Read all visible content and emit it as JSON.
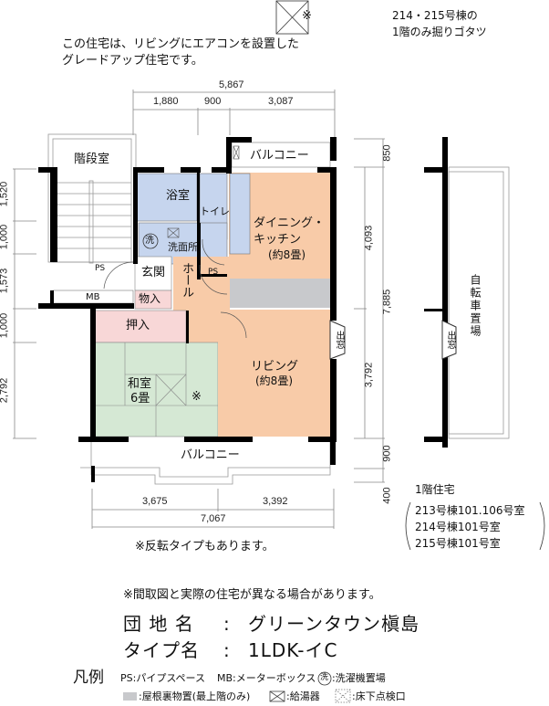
{
  "notes": {
    "aircon": [
      "この住宅は、リビングにエアコンを設置した",
      "グレードアップ住宅です。"
    ],
    "kotatsu_mark": "※",
    "kotatsu": [
      "214・215号棟の",
      "1階のみ掘りゴタツ"
    ],
    "reverse": "※反転タイプもあります。",
    "disclaimer": "※間取図と実際の住宅が異なる場合があります。"
  },
  "dimensions": {
    "top_total": "5,867",
    "top_parts": [
      "1,880",
      "900",
      "3,087"
    ],
    "left": [
      "1,520",
      "1,000",
      "1,573",
      "1,000",
      "2,792"
    ],
    "right": [
      "850",
      "4,093",
      "7,885",
      "3,792",
      "900",
      "400"
    ],
    "bottom_parts": [
      "3,675",
      "3,392"
    ],
    "bottom_total": "7,067"
  },
  "rooms": {
    "stairs": "階段室",
    "balcony_top": "バルコニー",
    "bath": "浴室",
    "toilet": "トイレ",
    "washer": "洗",
    "washroom": "洗面所",
    "dk": [
      "ダイニング・",
      "キッチン",
      "(約8畳)"
    ],
    "entrance": "玄関",
    "hall": "ホール",
    "storage": "物入",
    "ps": "PS",
    "ps2": "PS",
    "mb": "MB",
    "closet": "押入",
    "washitsu": [
      "和室",
      "6畳"
    ],
    "washitsu_mark": "※",
    "living": [
      "リビング",
      "(約8畳)"
    ],
    "bay_window": "出窓",
    "bay_window2": "出窓",
    "balcony_bottom": "バルコニー",
    "bicycle": "自転車置場"
  },
  "first_floor": {
    "title": "1階住宅",
    "units": [
      "213号棟101.106号室",
      "214号棟101号室",
      "215号棟101号室"
    ]
  },
  "info": {
    "estate_label": "団 地 名",
    "estate_value": "グリーンタウン槇島",
    "type_label": "タイプ名",
    "type_value": "1LDK-イC",
    "separator": ":"
  },
  "legend": {
    "title": "凡例",
    "ps": "PS:パイプスペース",
    "mb": "MB:メーターボックス",
    "washer_icon": "洗",
    "washer": ":洗濯機置場",
    "attic": ":屋根裏物置(最上階のみ)",
    "heater": ":給湯器",
    "inspection": ":床下点検口"
  },
  "colors": {
    "wet_area": "#c6d5ee",
    "living_area": "#f8cba8",
    "storage": "#f8d7d7",
    "tatami": "#d5e8d4",
    "attic": "#c8c9cc",
    "wall": "#000000"
  }
}
